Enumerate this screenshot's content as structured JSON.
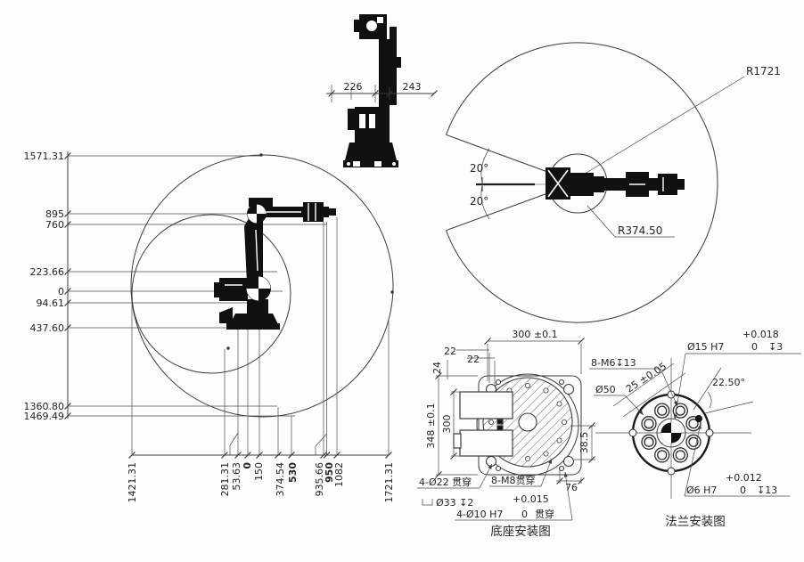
{
  "side_view": {
    "v_labels": [
      "1571.31",
      "895",
      "760",
      "223.66",
      "0",
      "94.61",
      "437.60",
      "1360.80",
      "1469.49"
    ],
    "h_labels": [
      "1421.31",
      "281.31",
      "53.63",
      "0",
      "150",
      "374.54",
      "530",
      "935.66",
      "950",
      "1082",
      "1721.31"
    ]
  },
  "top_view": {
    "dim_left": "226",
    "dim_right": "243"
  },
  "envelope": {
    "r_outer": "R1721",
    "r_inner": "R374.50",
    "angle_up": "20°",
    "angle_down": "20°"
  },
  "base": {
    "caption": "底座安装图",
    "dim_width": "300 ±0.1",
    "dim_22a": "22",
    "dim_24": "24",
    "dim_22b": "22",
    "dim_height": "348 ±0.1",
    "dim_inner_height": "300",
    "dim_38_5": "38.5",
    "dim_76": "76",
    "note_corner_holes": "4-Ø22 贯穿",
    "note_cbore": "Ø33 ↧2",
    "note_m8": "8-M8贯穿",
    "pin_tol_upper": "+0.015",
    "pin_label": "4-Ø10 H7",
    "pin_tol_lower": "0",
    "pin_through": "贯穿"
  },
  "flange": {
    "caption": "法兰安装图",
    "center_tol_upper": "+0.018",
    "center_label": "Ø15 H7",
    "center_tol_lower": "0",
    "center_depth": "↧3",
    "tap_label": "8-M6↧13",
    "pitch": "25 ±0.05",
    "bolt_circle": "Ø50",
    "angle": "22.50°",
    "dowel_tol_upper": "+0.012",
    "dowel_label": "Ø6 H7",
    "dowel_tol_lower": "0",
    "dowel_depth": "↧13"
  }
}
